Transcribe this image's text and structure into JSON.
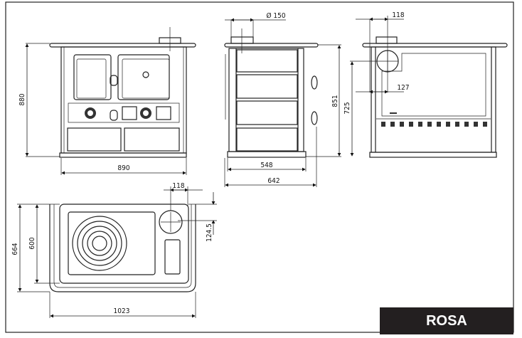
{
  "product_name": "ROSA",
  "front_view": {
    "height": "880",
    "width": "890"
  },
  "side_view": {
    "flue_diameter": "Ø 150",
    "height": "851",
    "depth_body": "548",
    "depth_total": "642"
  },
  "back_view": {
    "flue_offset": "118",
    "flue_height_offset": "127",
    "flue_height": "725"
  },
  "top_view": {
    "flue_offset": "118",
    "flue_depth_offset": "124.5",
    "depth_total": "664",
    "depth_plate": "600",
    "width_total": "1023"
  },
  "colors": {
    "line": "#222222",
    "title_bg": "#231f20",
    "title_text": "#ffffff"
  }
}
